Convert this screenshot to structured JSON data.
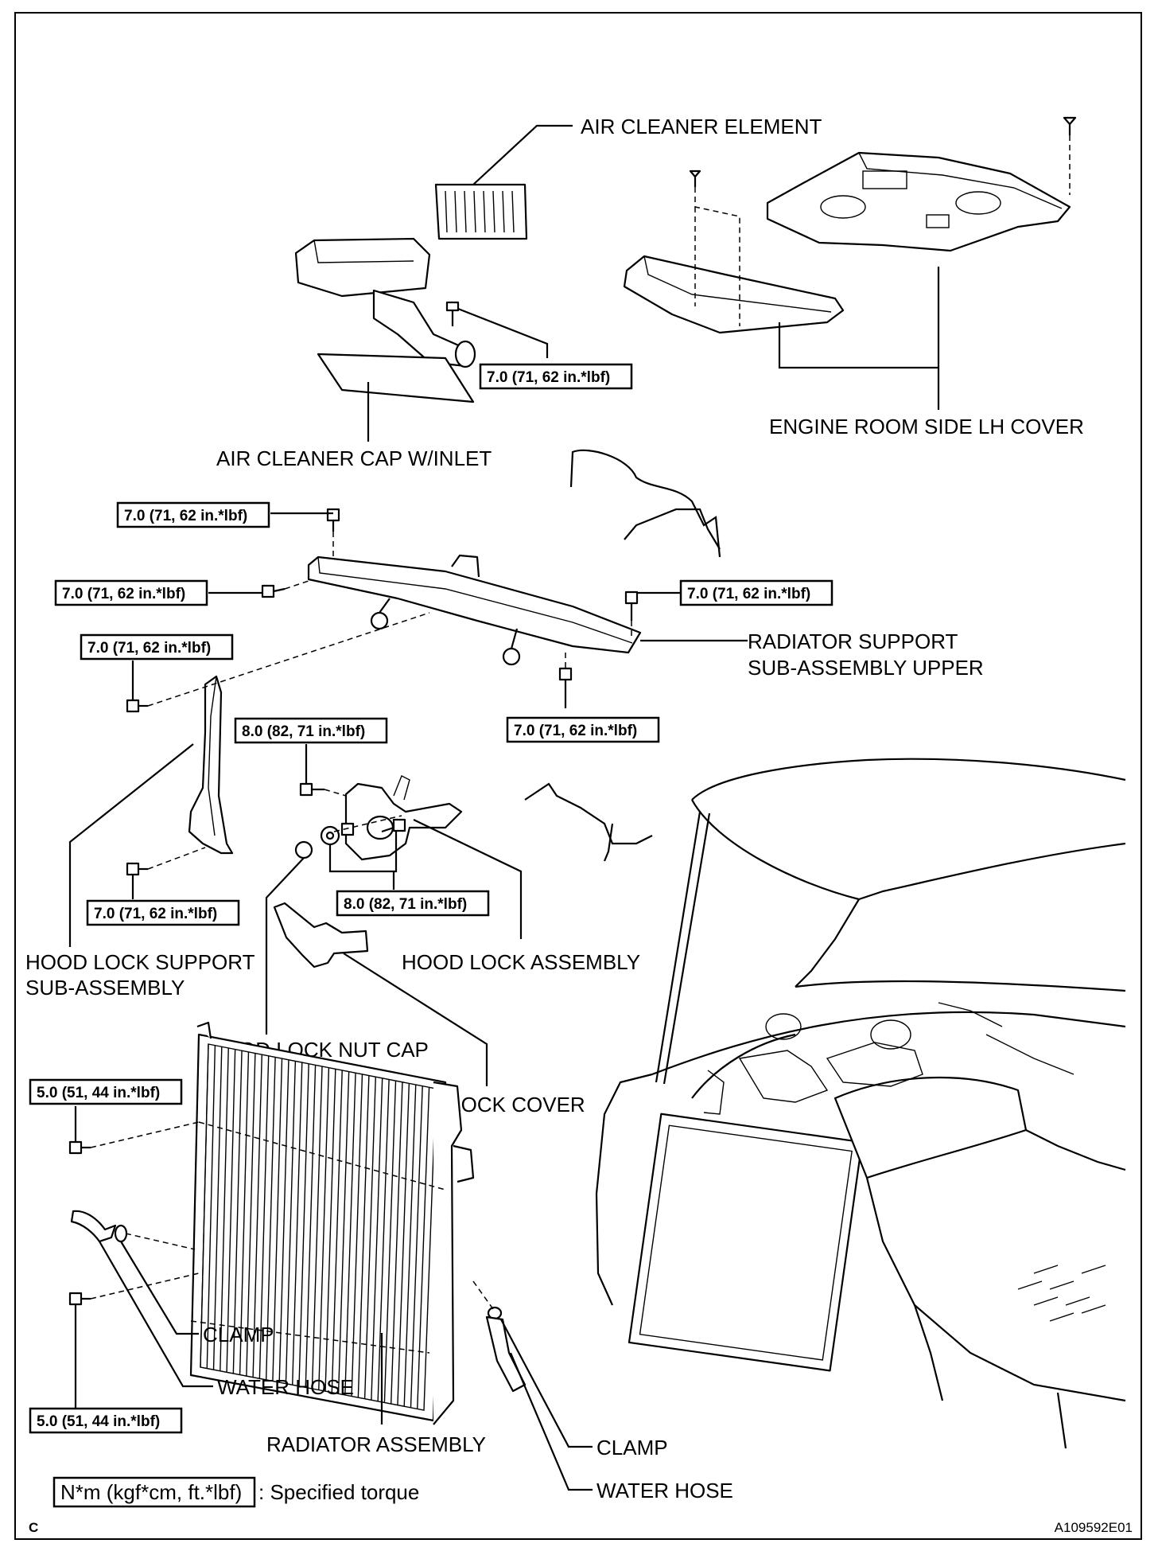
{
  "labels": {
    "air_cleaner_element": "AIR CLEANER ELEMENT",
    "engine_room_side_lh_cover": "ENGINE ROOM SIDE LH COVER",
    "air_cleaner_cap_w_inlet": "AIR CLEANER CAP W/INLET",
    "radiator_support_upper_1": "RADIATOR SUPPORT",
    "radiator_support_upper_2": "SUB-ASSEMBLY UPPER",
    "hood_lock_support_1": "HOOD LOCK SUPPORT",
    "hood_lock_support_2": "SUB-ASSEMBLY",
    "hood_lock_assembly": "HOOD LOCK ASSEMBLY",
    "hood_lock_nut_cap": "HOOD LOCK NUT CAP",
    "hood_lock_cover": "HOOD LOCK COVER",
    "clamp_left": "CLAMP",
    "water_hose_left": "WATER HOSE",
    "radiator_assembly": "RADIATOR  ASSEMBLY",
    "clamp_right": "CLAMP",
    "water_hose_right": "WATER HOSE"
  },
  "torques": {
    "air_cleaner_bolt": "7.0 (71, 62 in.*lbf)",
    "rs_top_bolt": "7.0 (71, 62 in.*lbf)",
    "rs_left_bolt": "7.0 (71, 62 in.*lbf)",
    "rs_right_bolt": "7.0 (71, 62 in.*lbf)",
    "hls_top_bolt": "7.0 (71, 62 in.*lbf)",
    "rs_bottom_bolt": "7.0 (71, 62 in.*lbf)",
    "hood_lock_top_bolt": "8.0 (82, 71 in.*lbf)",
    "hood_lock_bottom_bolts": "8.0 (82, 71 in.*lbf)",
    "hls_bottom_bolt": "7.0 (71, 62 in.*lbf)",
    "radiator_top_bolt": "5.0 (51, 44 in.*lbf)",
    "radiator_bottom_bolt": "5.0 (51, 44 in.*lbf)"
  },
  "legend": {
    "unit_box": "N*m (kgf*cm, ft.*lbf)",
    "description": ": Specified torque"
  },
  "corner_code": "C",
  "figure_id": "A109592E01"
}
